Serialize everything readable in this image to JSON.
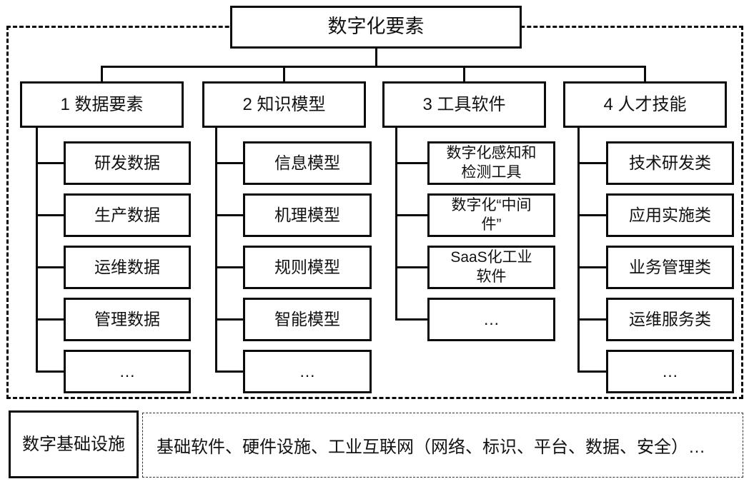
{
  "root": {
    "label": "数字化要素"
  },
  "columns": [
    {
      "header": "1 数据要素",
      "children": [
        "研发数据",
        "生产数据",
        "运维数据",
        "管理数据",
        "…"
      ]
    },
    {
      "header": "2 知识模型",
      "children": [
        "信息模型",
        "机理模型",
        "规则模型",
        "智能模型",
        "…"
      ]
    },
    {
      "header": "3 工具软件",
      "children": [
        "数字化感知和\n检测工具",
        "数字化“中间\n件”",
        "SaaS化工业\n软件",
        "…"
      ]
    },
    {
      "header": "4 人才技能",
      "children": [
        "技术研发类",
        "应用实施类",
        "业务管理类",
        "运维服务类",
        "…"
      ]
    }
  ],
  "infrastructure": {
    "label": "数字基础设施",
    "description": "基础软件、硬件设施、工业互联网（网络、标识、平台、数据、安全）…"
  },
  "colors": {
    "line": "#0a0a0a",
    "background": "#ffffff",
    "text": "#111111"
  }
}
